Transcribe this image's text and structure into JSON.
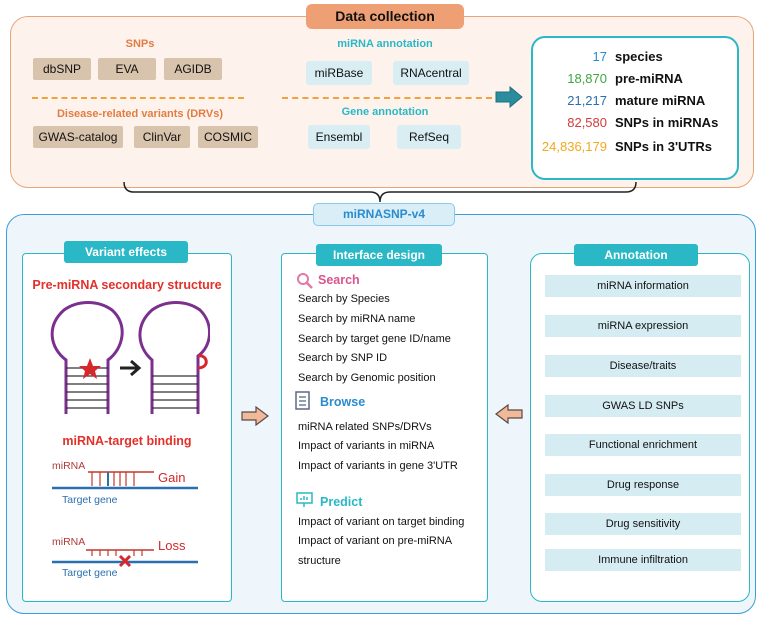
{
  "data_collection": {
    "title": "Data collection",
    "snps": {
      "title": "SNPs",
      "sources": [
        "dbSNP",
        "EVA",
        "AGIDB"
      ]
    },
    "drvs": {
      "title": "Disease-related variants (DRVs)",
      "sources": [
        "GWAS-catalog",
        "ClinVar",
        "COSMIC"
      ]
    },
    "mirna_annotation": {
      "title": "miRNA annotation",
      "sources": [
        "miRBase",
        "RNAcentral"
      ]
    },
    "gene_annotation": {
      "title": "Gene annotation",
      "sources": [
        "Ensembl",
        "RefSeq"
      ]
    },
    "stats": [
      {
        "value": "17",
        "label": "species",
        "color": "#2a8ccd"
      },
      {
        "value": "18,870",
        "label": "pre-miRNA",
        "color": "#3fa63f"
      },
      {
        "value": "21,217",
        "label": "mature miRNA",
        "color": "#2a6fb0"
      },
      {
        "value": "82,580",
        "label": "SNPs in miRNAs",
        "color": "#d23b3b"
      },
      {
        "value": "24,836,179",
        "label": "SNPs in 3'UTRs",
        "color": "#f2a81d"
      }
    ]
  },
  "main": {
    "title": "miRNASNP-v4",
    "variant_effects": {
      "title": "Variant effects",
      "structure_title": "Pre-miRNA secondary structure",
      "binding_title": "miRNA-target binding",
      "mirna_label": "miRNA",
      "target_label": "Target gene",
      "gain_label": "Gain",
      "loss_label": "Loss"
    },
    "interface": {
      "title": "Interface design",
      "search": {
        "title": "Search",
        "items": [
          "Search by Species",
          "Search by miRNA name",
          "Search by target gene ID/name",
          "Search by SNP ID",
          "Search by Genomic position"
        ]
      },
      "browse": {
        "title": "Browse",
        "items": [
          "miRNA related SNPs/DRVs",
          "Impact of variants in miRNA",
          "Impact of variants in gene 3'UTR"
        ]
      },
      "predict": {
        "title": "Predict",
        "items": [
          "Impact of variant on target binding",
          "Impact of variant on pre-miRNA",
          "structure"
        ]
      }
    },
    "annotation": {
      "title": "Annotation",
      "items": [
        "miRNA information",
        "miRNA expression",
        "Disease/traits",
        "GWAS LD SNPs",
        "Functional enrichment",
        "Drug response",
        "Drug sensitivity",
        "Immune infiltration"
      ]
    }
  },
  "colors": {
    "orange_border": "#e8a57a",
    "teal": "#2ab8c6",
    "blue": "#3a9ed6",
    "red": "#e3302a",
    "purple": "#7b2f8e"
  }
}
